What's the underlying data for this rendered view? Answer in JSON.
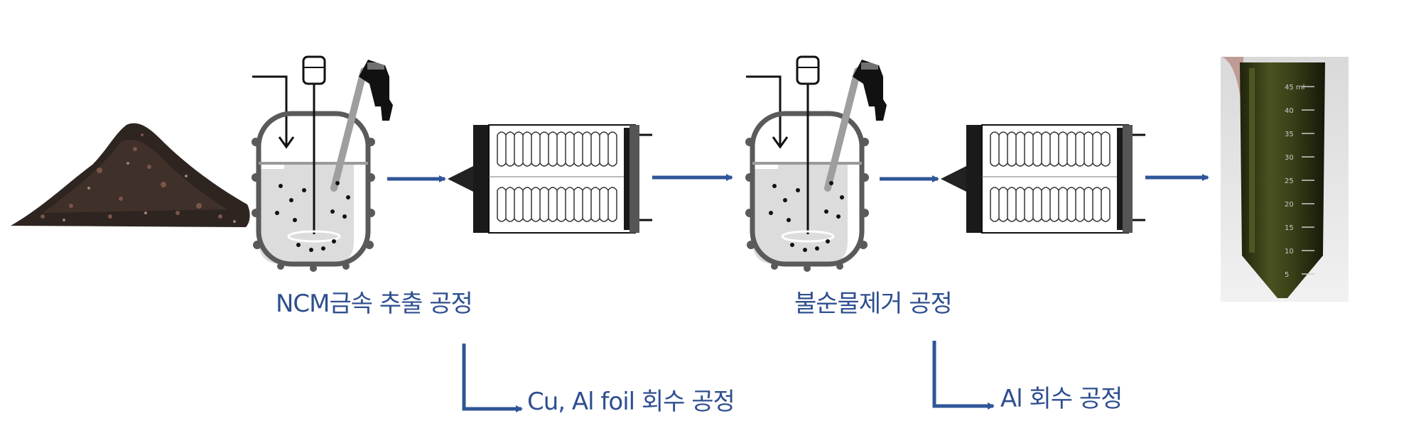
{
  "labels": {
    "ncm_extraction": "NCM금속 추출 공정",
    "impurity_removal": "불순물제거 공정",
    "cu_al_recovery": "Cu, Al foil 회수 공정",
    "al_recovery": "Al 회수 공정"
  },
  "tube_scale": [
    "45 ml",
    "40",
    "35",
    "30",
    "25",
    "20",
    "15",
    "10",
    "5"
  ],
  "colors": {
    "arrow": "#2f5597",
    "label": "#2f4f8f",
    "solution": "#3c4216",
    "vessel": "#5a5a5a"
  }
}
